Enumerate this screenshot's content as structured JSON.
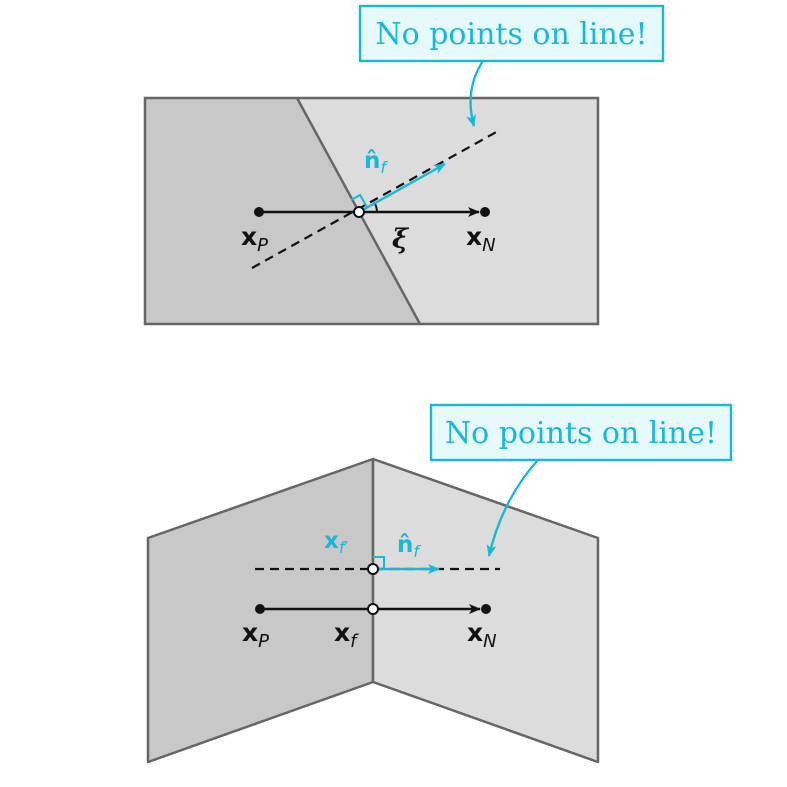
{
  "colors": {
    "accent": "#1ab8d6",
    "callout_fill": "#e6fafc",
    "dark_cell": "#c8c8c8",
    "light_cell": "#dcdcdc",
    "edge": "#666666",
    "ink": "#111111"
  },
  "top": {
    "callout": "No points on line!",
    "normal_label": "n̂",
    "normal_sub": "f",
    "xp_label": "x",
    "xp_sub": "P",
    "xn_label": "x",
    "xn_sub": "N",
    "xi_label": "ξ"
  },
  "bottom": {
    "callout": "No points on line!",
    "xfp_label": "x",
    "xfp_sub": "f′",
    "normal_label": "n̂",
    "normal_sub": "f",
    "xp_label": "x",
    "xp_sub": "P",
    "xf_label": "x",
    "xf_sub": "f",
    "xn_label": "x",
    "xn_sub": "N"
  }
}
